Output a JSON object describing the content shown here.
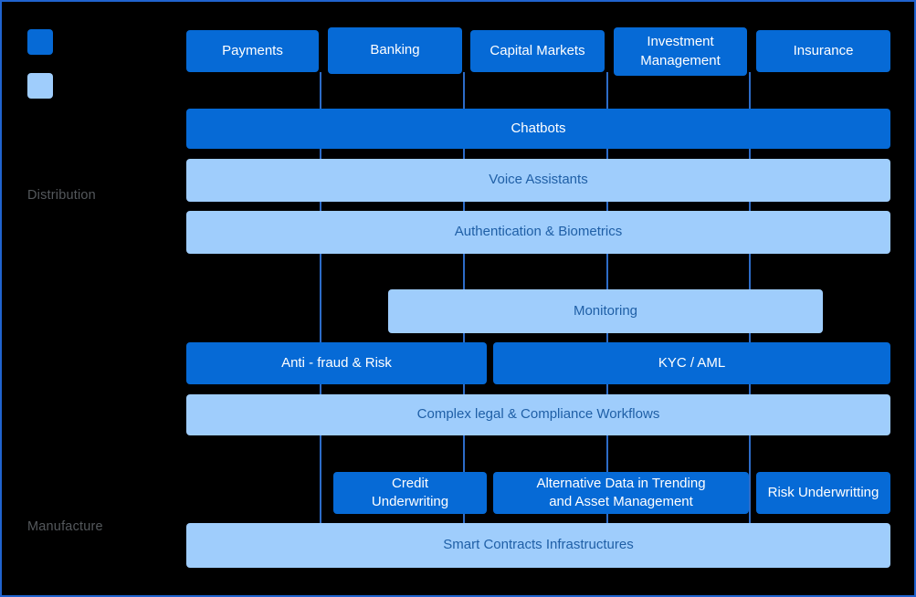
{
  "canvas": {
    "background": "#000000",
    "border_color": "#2063ce"
  },
  "colors": {
    "dark_blue": "#066ad6",
    "light_blue": "#9fcdfc",
    "text_on_dark": "#ffffff",
    "text_on_light": "#1f5fa6",
    "connector_line": "#2d6cc8",
    "side_label_gray": "#54585c"
  },
  "legend": {
    "swatches": [
      {
        "name": "dark-blue-swatch",
        "color": "#066ad6"
      },
      {
        "name": "light-blue-swatch",
        "color": "#9fcdfc"
      }
    ]
  },
  "side_labels": {
    "distribution": "Distribution",
    "manufacture": "Manufacture"
  },
  "columns": [
    {
      "label": "Payments"
    },
    {
      "label": "Banking"
    },
    {
      "label": "Capital Markets"
    },
    {
      "label": "Investment Management"
    },
    {
      "label": "Insurance"
    }
  ],
  "rows": [
    {
      "label": "Chatbots",
      "tone": "dark"
    },
    {
      "label": "Voice Assistants",
      "tone": "light"
    },
    {
      "label": "Authentication & Biometrics",
      "tone": "light"
    },
    {
      "label": "Monitoring",
      "tone": "light"
    },
    {
      "label": "Anti - fraud & Risk",
      "tone": "dark"
    },
    {
      "label": "KYC / AML",
      "tone": "dark"
    },
    {
      "label": "Complex legal & Compliance Workflows",
      "tone": "light"
    },
    {
      "label": "Credit Underwriting",
      "tone": "dark"
    },
    {
      "label": "Alternative Data in Trending and Asset Management",
      "tone": "dark"
    },
    {
      "label": "Risk Underwritting",
      "tone": "dark"
    },
    {
      "label": "Smart Contracts Infrastructures",
      "tone": "light"
    }
  ]
}
